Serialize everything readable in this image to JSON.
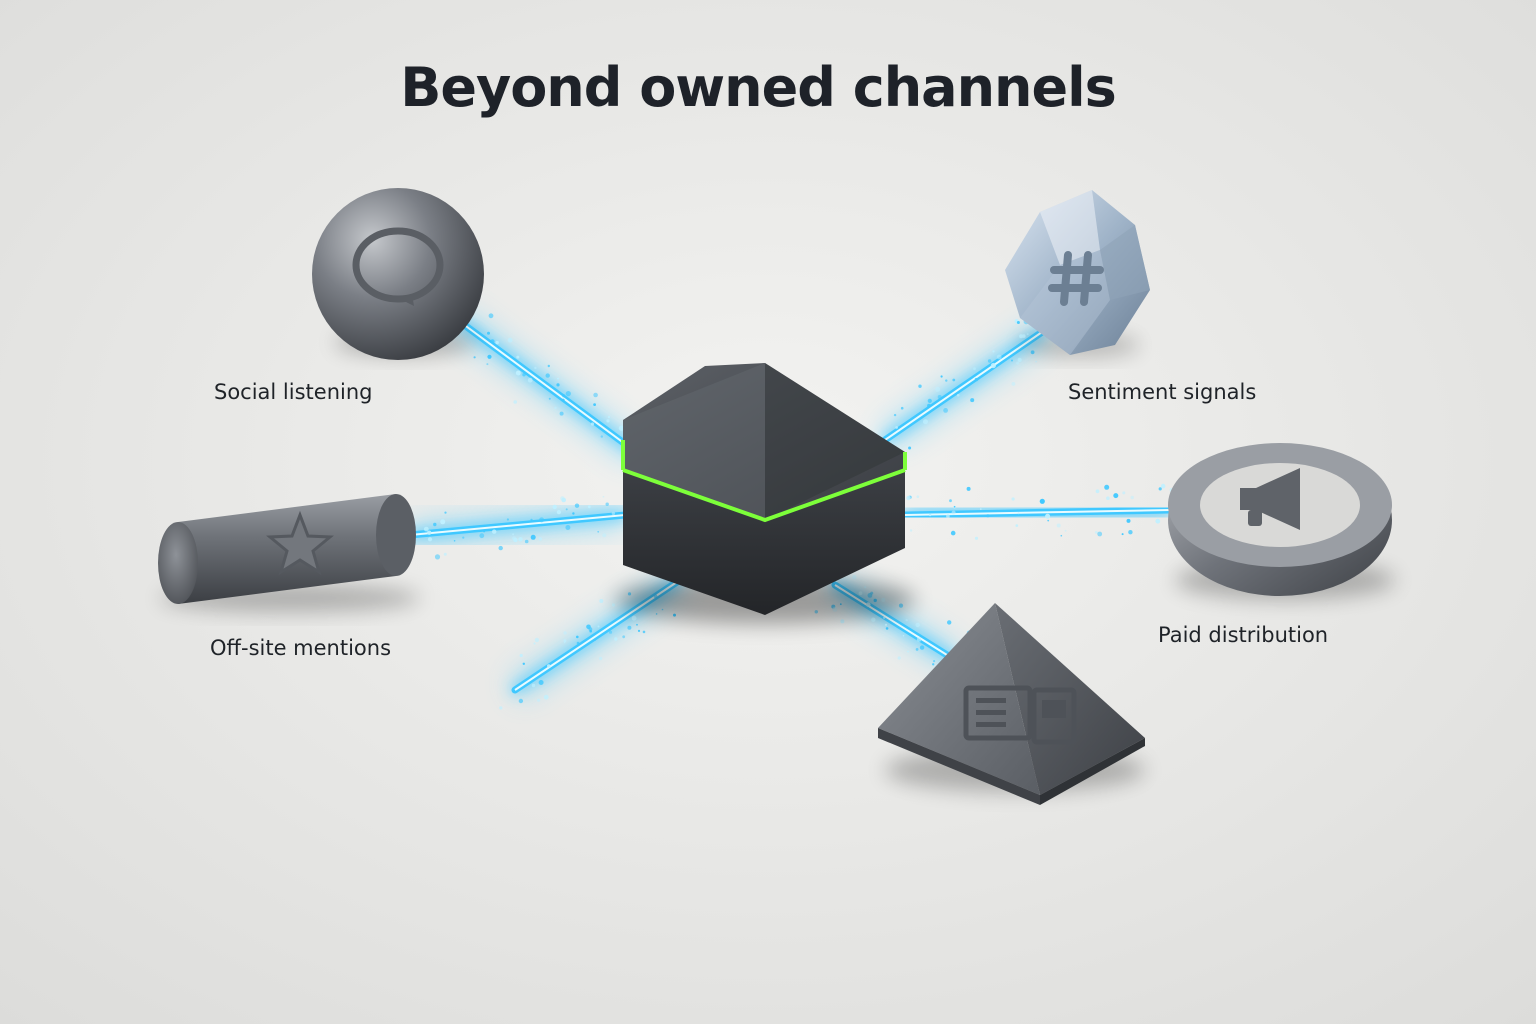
{
  "title": "Beyond owned channels",
  "hub": {
    "icon": "hexagon-hub",
    "accent_color": "#7dff3a"
  },
  "beam_color": "#3fc8ff",
  "nodes": [
    {
      "id": "social",
      "label": "Social listening",
      "icon": "speech-bubble-icon",
      "shape": "sphere"
    },
    {
      "id": "sentiment",
      "label": "Sentiment signals",
      "icon": "hashtag-icon",
      "shape": "crystal"
    },
    {
      "id": "offsite",
      "label": "Off-site mentions",
      "icon": "star-icon",
      "shape": "cylinder"
    },
    {
      "id": "paid",
      "label": "Paid distribution",
      "icon": "megaphone-icon",
      "shape": "ring"
    },
    {
      "id": "content",
      "label": "",
      "icon": "article-icon",
      "shape": "pyramid"
    }
  ]
}
